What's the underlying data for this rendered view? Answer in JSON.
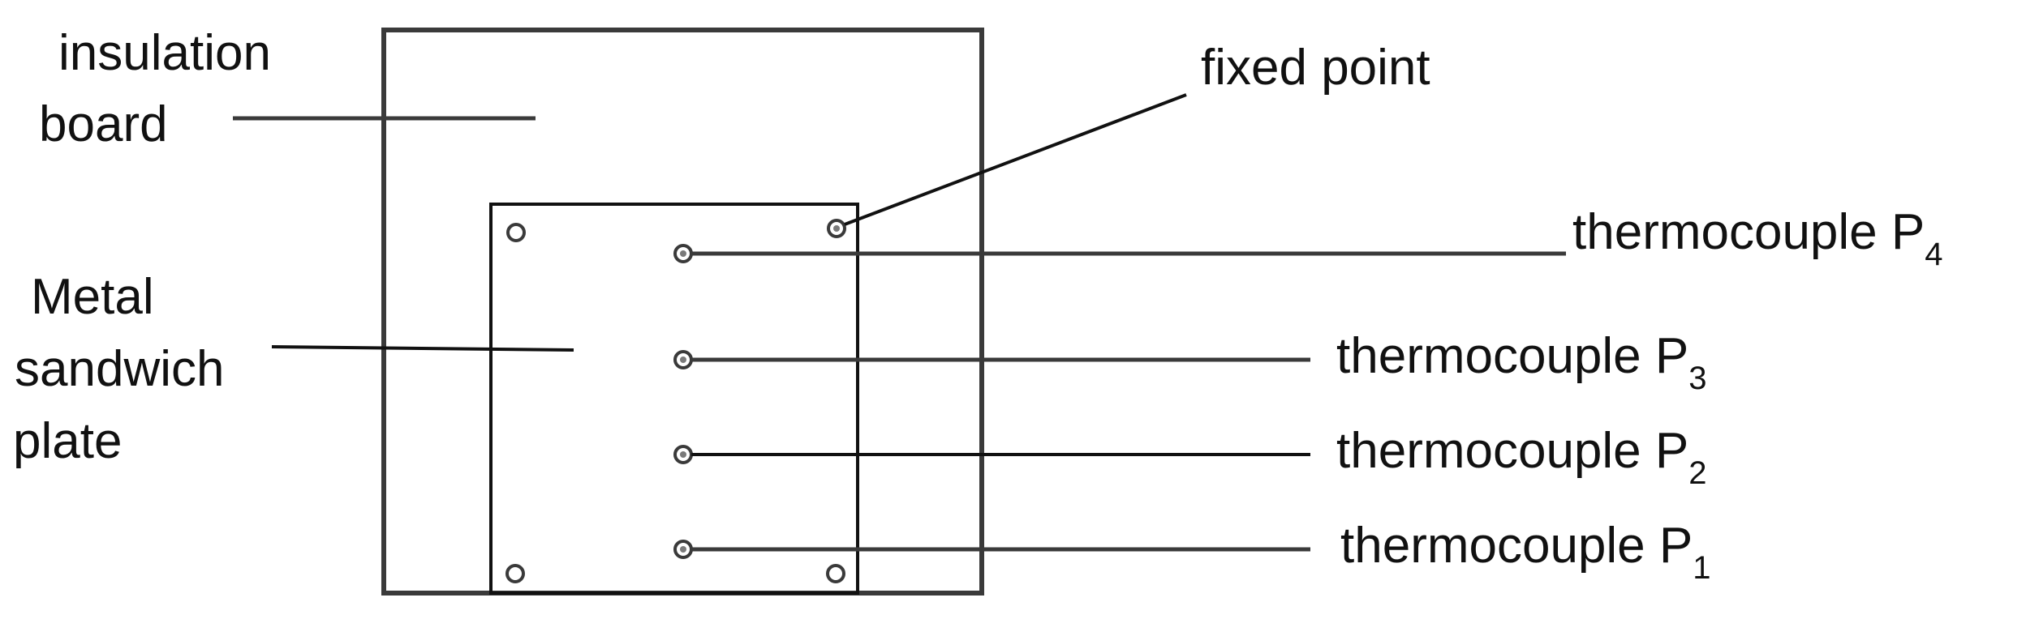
{
  "labels": {
    "insulation_line1": "insulation",
    "insulation_line2": "board",
    "metal_line1": "Metal",
    "metal_line2": "sandwich",
    "metal_line3": "plate",
    "fixed_point": "fixed point",
    "thermocouple": "thermocouple P",
    "p4_sub": "4",
    "p3_sub": "3",
    "p2_sub": "2",
    "p1_sub": "1"
  }
}
